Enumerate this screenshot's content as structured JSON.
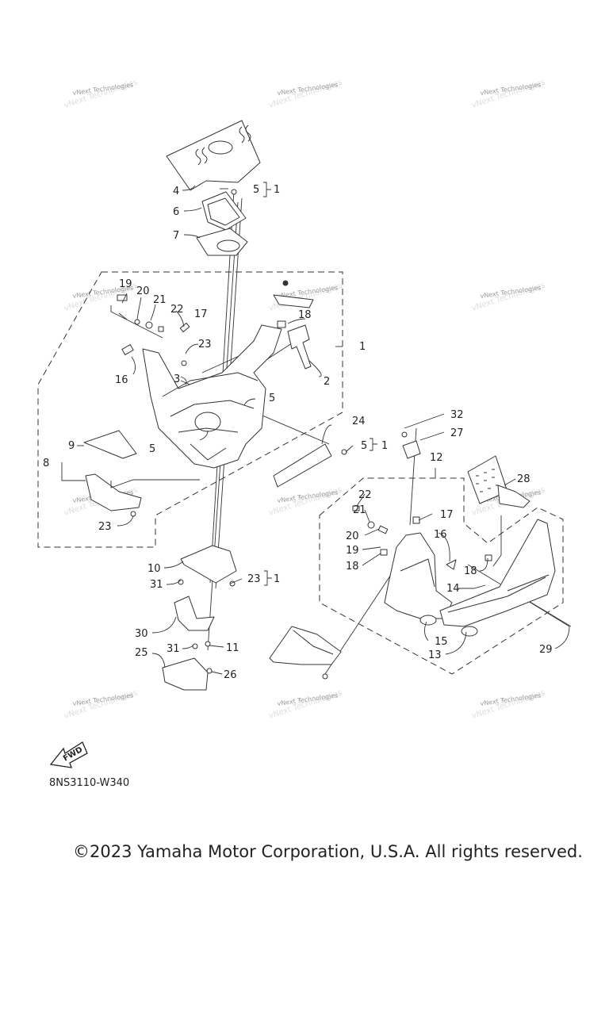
{
  "diagram_code": "8NS3110-W340",
  "copyright": "©2023 Yamaha Motor Corporation, U.S.A. All rights reserved.",
  "watermark": "vNext Technologies",
  "fwd_label": "FWD",
  "callouts": {
    "c1": "1",
    "c2": "2",
    "c3": "3",
    "c4": "4",
    "c5": "5",
    "c6": "6",
    "c7": "7",
    "c8": "8",
    "c9": "9",
    "c10": "10",
    "c11": "11",
    "c12": "12",
    "c13": "13",
    "c14": "14",
    "c15": "15",
    "c16": "16",
    "c17": "17",
    "c18": "18",
    "c19": "19",
    "c20": "20",
    "c21": "21",
    "c22": "22",
    "c23": "23",
    "c24": "24",
    "c25": "25",
    "c26": "26",
    "c27": "27",
    "c28": "28",
    "c29": "29",
    "c30": "30",
    "c31": "31",
    "c32": "32"
  },
  "colors": {
    "line": "#222222",
    "watermark": "#9a9a9a"
  }
}
